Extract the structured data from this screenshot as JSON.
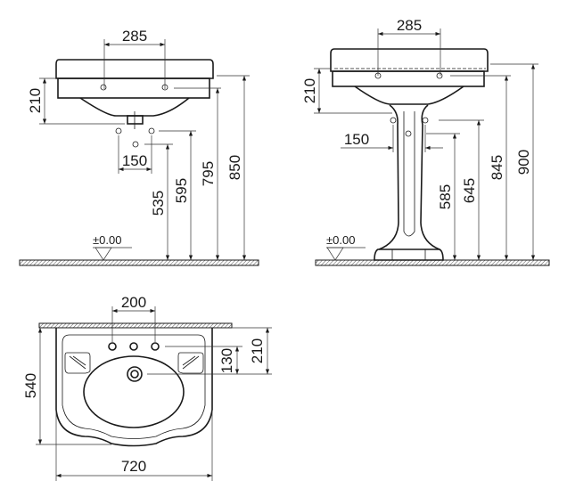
{
  "side_view": {
    "dims": {
      "tap_spacing": "285",
      "rim_depth": "210",
      "pipe_spacing": "150",
      "h1": "535",
      "h2": "595",
      "h3": "795",
      "h4": "850"
    },
    "level": "±0.00"
  },
  "pedestal_view": {
    "dims": {
      "tap_spacing": "285",
      "rim_depth": "210",
      "bolt_spacing": "150",
      "h1": "585",
      "h2": "645",
      "h3": "845",
      "h4": "900"
    },
    "level": "±0.00"
  },
  "top_view": {
    "dims": {
      "tap_spacing": "200",
      "depth": "540",
      "width": "720",
      "tap_to_waste": "130",
      "wall_to_waste": "210"
    }
  }
}
